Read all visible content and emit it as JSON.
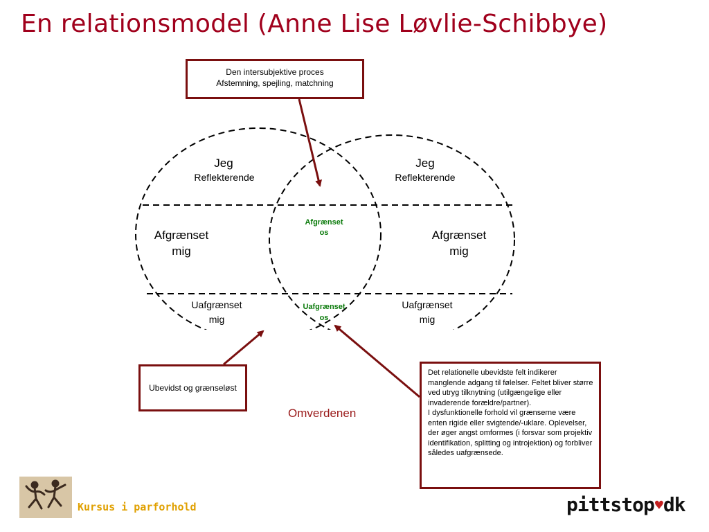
{
  "title": "En relationsmodel (Anne Lise Løvlie-Schibbye)",
  "top_box": {
    "line1": "Den intersubjektive proces",
    "line2": "Afstemning, spejling, matchning"
  },
  "left_circle": {
    "top_main": "Jeg",
    "top_sub": "Reflekterende",
    "middle_line1": "Afgrænset",
    "middle_line2": "mig",
    "bottom_line1": "Uafgrænset",
    "bottom_line2": "mig"
  },
  "right_circle": {
    "top_main": "Jeg",
    "top_sub": "Reflekterende",
    "middle_line1": "Afgrænset",
    "middle_line2": "mig",
    "bottom_line1": "Uafgrænset",
    "bottom_line2": "mig"
  },
  "overlap": {
    "middle_line1": "Afgrænset",
    "middle_line2": "os",
    "bottom_line1": "Uafgrænset",
    "bottom_line2": "os"
  },
  "left_box": "Ubevidst og  grænseløst",
  "right_box": "Det relationelle ubevidste felt indikerer manglende adgang til følelser. Feltet bliver større ved utryg tilknytning (utilgængelige eller invaderende forældre/partner).\nI dysfunktionelle forhold vil grænserne være enten rigide eller svigtende/-uklare. Oplevelser, der øger angst omformes (i forsvar som projektiv identifikation, splitting og introjektion) og forbliver således uafgrænsede.",
  "environment": "Omverdenen",
  "footer": {
    "course": "Kursus i parforhold",
    "brand_left": "pittstop",
    "brand_right": "dk"
  },
  "colors": {
    "title": "#a0001c",
    "box_border": "#7a0f0f",
    "arrow": "#7a0f0f",
    "overlap_text": "#0a7a0a",
    "course_text": "#e0a000"
  }
}
